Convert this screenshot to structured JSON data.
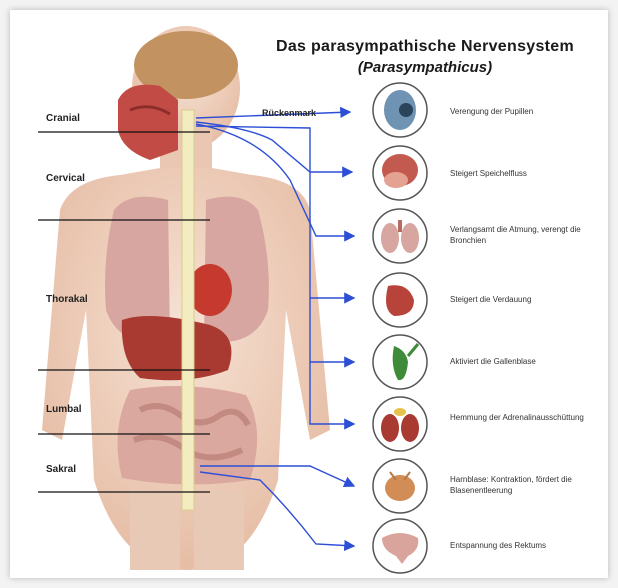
{
  "title": "Das parasympathische Nervensystem",
  "subtitle": "(Parasympathicus)",
  "spinal_cord_label": "Rückenmark",
  "regions": [
    {
      "label": "Cranial"
    },
    {
      "label": "Cervical"
    },
    {
      "label": "Thorakal"
    },
    {
      "label": "Lumbal"
    },
    {
      "label": "Sakral"
    }
  ],
  "effects": [
    {
      "organ_icon": "eye-icon",
      "label": "Verengung der Pupillen"
    },
    {
      "organ_icon": "salivary-gland-icon",
      "label": "Steigert Speichelfluss"
    },
    {
      "organ_icon": "lungs-icon",
      "label": "Verlangsamt die Atmung, verengt die Bronchien"
    },
    {
      "organ_icon": "stomach-icon",
      "label": "Steigert die Verdauung"
    },
    {
      "organ_icon": "gallbladder-icon",
      "label": "Aktiviert die Gallenblase"
    },
    {
      "organ_icon": "kidney-icon",
      "label": "Hemmung der Adrenalinausschüttung"
    },
    {
      "organ_icon": "bladder-icon",
      "label": "Harnblase: Kontraktion, fördert die Blasenentleerung"
    },
    {
      "organ_icon": "rectum-icon",
      "label": "Entspannung des Rektums"
    }
  ],
  "colors": {
    "nerve": "#2c4fd6",
    "skin": "#f1d6c4",
    "organ": "#b8433b",
    "lung": "#d8a6a0",
    "spine": "#f3ecc0"
  }
}
